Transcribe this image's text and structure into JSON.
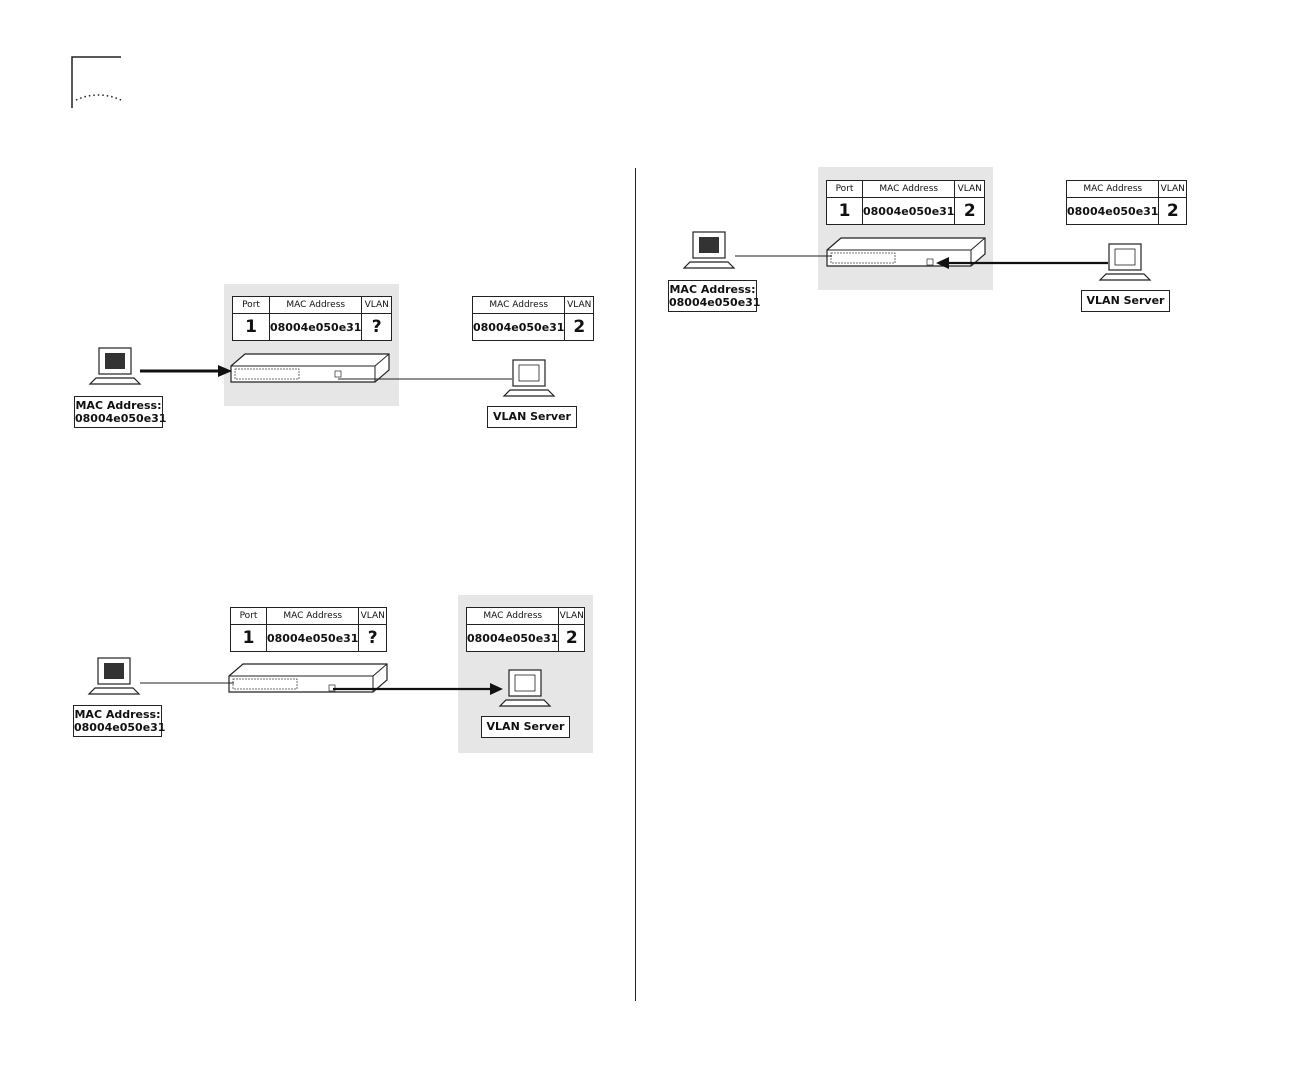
{
  "colors": {
    "shade": "#e6e6e6",
    "line": "#222222"
  },
  "table_headers": {
    "port": "Port",
    "mac": "MAC Address",
    "vlan": "VLAN"
  },
  "diagram_1": {
    "switch_table": {
      "port": "1",
      "mac": "08004e050e31",
      "vlan": "?"
    },
    "server_table": {
      "mac": "08004e050e31",
      "vlan": "2"
    },
    "workstation_label": [
      "MAC Address:",
      "08004e050e31"
    ],
    "server_label": "VLAN Server"
  },
  "diagram_2": {
    "switch_table": {
      "port": "1",
      "mac": "08004e050e31",
      "vlan": "?"
    },
    "server_table": {
      "mac": "08004e050e31",
      "vlan": "2"
    },
    "workstation_label": [
      "MAC Address:",
      "08004e050e31"
    ],
    "server_label": "VLAN Server"
  },
  "diagram_3": {
    "switch_table": {
      "port": "1",
      "mac": "08004e050e31",
      "vlan": "2"
    },
    "server_table": {
      "mac": "08004e050e31",
      "vlan": "2"
    },
    "workstation_label": [
      "MAC Address:",
      "08004e050e31"
    ],
    "server_label": "VLAN Server"
  }
}
